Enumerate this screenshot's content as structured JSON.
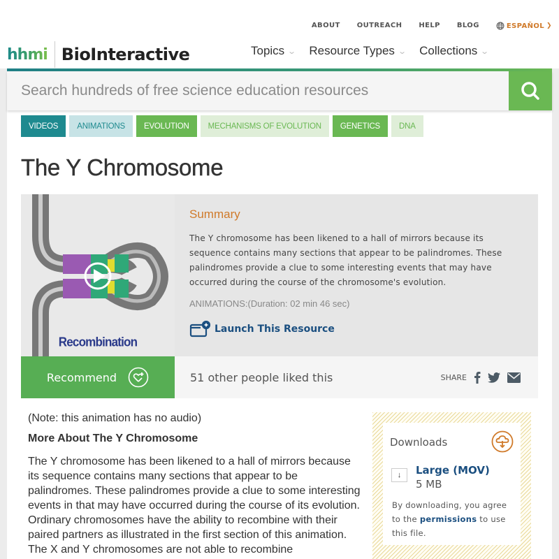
{
  "header": {
    "logo_hhmi": "hhmi",
    "logo_site": "BioInteractive",
    "utility_links": [
      "ABOUT",
      "OUTREACH",
      "HELP",
      "BLOG"
    ],
    "language": "ESPAÑOL",
    "nav": [
      {
        "label": "Topics"
      },
      {
        "label": "Resource Types"
      },
      {
        "label": "Collections"
      }
    ]
  },
  "search": {
    "placeholder": "Search hundreds of free science education resources",
    "value": ""
  },
  "tags": [
    "VIDEOS",
    "ANIMATIONS",
    "EVOLUTION",
    "MECHANISMS OF EVOLUTION",
    "GENETICS",
    "DNA"
  ],
  "page": {
    "title": "The Y Chromosome",
    "thumbnail_caption": "Recombination",
    "summary_heading": "Summary",
    "summary_text": "The Y chromosome has been likened to a hall of mirrors because its sequence contains many sections that appear to be palindromes. These palindromes provide a clue to some interesting events that may have occurred during the course of the chromosome's evolution.",
    "meta": "ANIMATIONS:(Duration: 02 min 46 sec)",
    "launch_label": "Launch This Resource",
    "recommend_label": "Recommend",
    "likes_text": "51 other people liked this",
    "share_label": "SHARE"
  },
  "body": {
    "note": "(Note: this animation has no audio)",
    "heading": "More About The Y Chromosome",
    "paragraph": "The Y chromosome has been likened to a hall of mirrors because its sequence contains many sections that appear to be palindromes. These palindromes provide a clue to some interesting events in that may have occurred during the course of its evolution. Ordinary chromosomes have the ability to recombine with their paired partners as illustrated in the first section of this animation. The X and Y chromosomes are not able to recombine"
  },
  "downloads": {
    "title": "Downloads",
    "file_name": "Large (MOV)",
    "file_size": "5 MB",
    "arrow": "↓",
    "terms_before": "By downloading, you agree to the ",
    "terms_link": "permissions",
    "terms_after": " to use this file."
  },
  "colors": {
    "teal": "#1e8a8f",
    "green": "#6ab853",
    "recommend_green": "#57ae54",
    "orange": "#d07a2a",
    "link_blue": "#1b4f80"
  }
}
